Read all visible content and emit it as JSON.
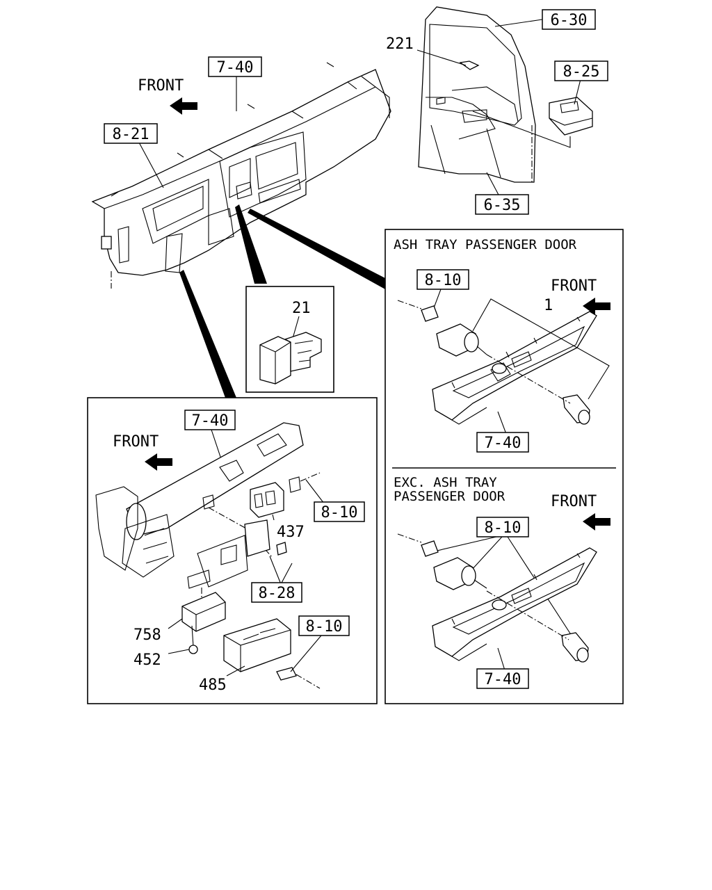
{
  "diagram": {
    "refs": {
      "dash_top": "7-40",
      "cluster": "8-21",
      "door_top": "6-30",
      "door_bottom": "6-35",
      "window_switch": "8-25",
      "bracket_panel_dash": "7-40",
      "bracket_panel_harness_a": "8-10",
      "bracket_panel_relay": "8-28",
      "bracket_panel_harness_b": "8-10",
      "ash_panel_harness": "8-10",
      "ash_panel_dash": "7-40",
      "exc_panel_harness": "8-10",
      "exc_panel_dash": "7-40"
    },
    "front_labels": {
      "top": "FRONT",
      "bracket_panel": "FRONT",
      "ash_panel": "FRONT",
      "exc_panel": "FRONT"
    },
    "part_numbers": {
      "door_switch": "221",
      "switch_inset": "21",
      "lighter_assembly": "1",
      "relay": "437",
      "bracket": "758",
      "bolt": "452",
      "control_unit": "485"
    },
    "headers": {
      "ash_line1": "ASH TRAY PASSENGER DOOR",
      "exc_line1": "EXC. ASH TRAY",
      "exc_line2": "PASSENGER DOOR"
    }
  }
}
